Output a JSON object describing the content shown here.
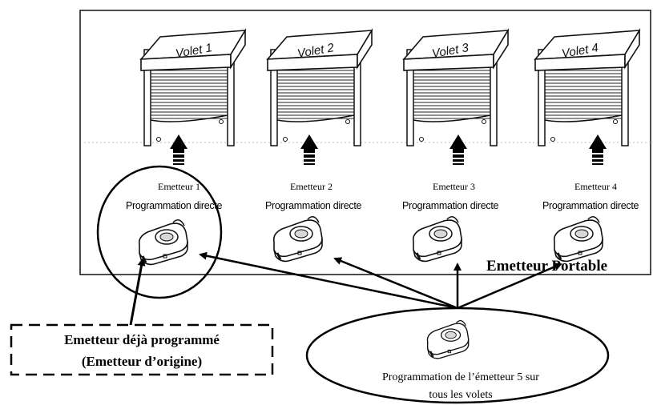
{
  "shutters": [
    {
      "label": "Volet 1",
      "emitter": "Emetteur 1",
      "mode": "Programmation directe"
    },
    {
      "label": "Volet 2",
      "emitter": "Emetteur 2",
      "mode": "Programmation directe"
    },
    {
      "label": "Volet 3",
      "emitter": "Emetteur 3",
      "mode": "Programmation directe"
    },
    {
      "label": "Volet 4",
      "emitter": "Emetteur 4",
      "mode": "Programmation directe"
    }
  ],
  "portable_label": "Emetteur Portable",
  "original_box": {
    "line1": "Emetteur déjà programmé",
    "line2": "(Emetteur d’origine)"
  },
  "new_emitter": {
    "line1": "Programmation de l’émetteur 5 sur",
    "line2": "tous les volets"
  }
}
